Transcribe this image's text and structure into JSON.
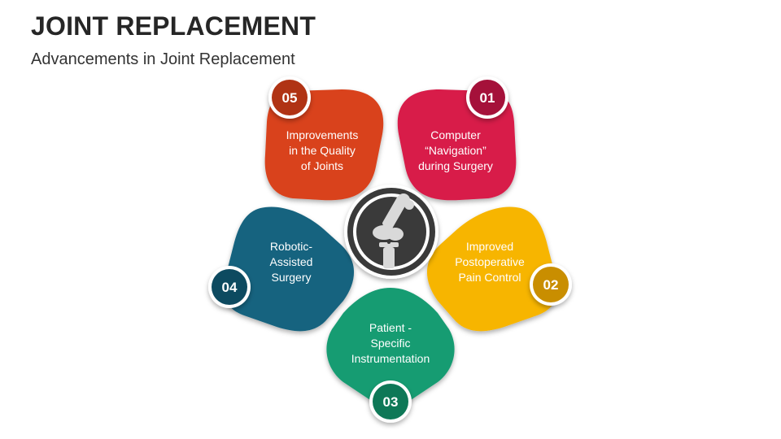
{
  "header": {
    "title": "JOINT REPLACEMENT",
    "subtitle": "Advancements in Joint Replacement"
  },
  "center_icon": "knee-joint-icon",
  "items": [
    {
      "number": "01",
      "lines": [
        "Computer",
        "“Navigation”",
        "during Surgery"
      ],
      "color": "#D81B4A",
      "badge_color": "#A5113A"
    },
    {
      "number": "02",
      "lines": [
        "Improved",
        "Postoperative",
        "Pain Control"
      ],
      "color": "#F7B500",
      "badge_color": "#C98E00"
    },
    {
      "number": "03",
      "lines": [
        "Patient -",
        "Specific",
        "Instrumentation"
      ],
      "color": "#159C72",
      "badge_color": "#0E7857"
    },
    {
      "number": "04",
      "lines": [
        "Robotic-",
        "Assisted",
        "Surgery"
      ],
      "color": "#14647F",
      "badge_color": "#0D4A60"
    },
    {
      "number": "05",
      "lines": [
        "Improvements",
        "in the Quality",
        "of Joints"
      ],
      "color": "#D9431E",
      "badge_color": "#B03314"
    }
  ]
}
